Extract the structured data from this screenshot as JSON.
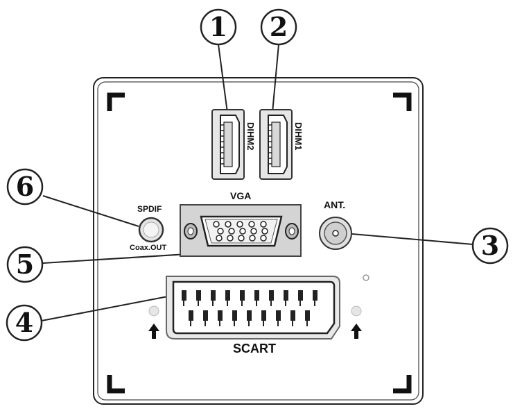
{
  "labels": {
    "hdmi2": "DIHM2",
    "hdmi1": "DIHM1",
    "vga": "VGA",
    "ant": "ANT.",
    "spdif": "SPDIF",
    "coax_out": "Coax.OUT",
    "scart": "SCART"
  },
  "callouts": [
    "1",
    "2",
    "3",
    "4",
    "5",
    "6"
  ]
}
